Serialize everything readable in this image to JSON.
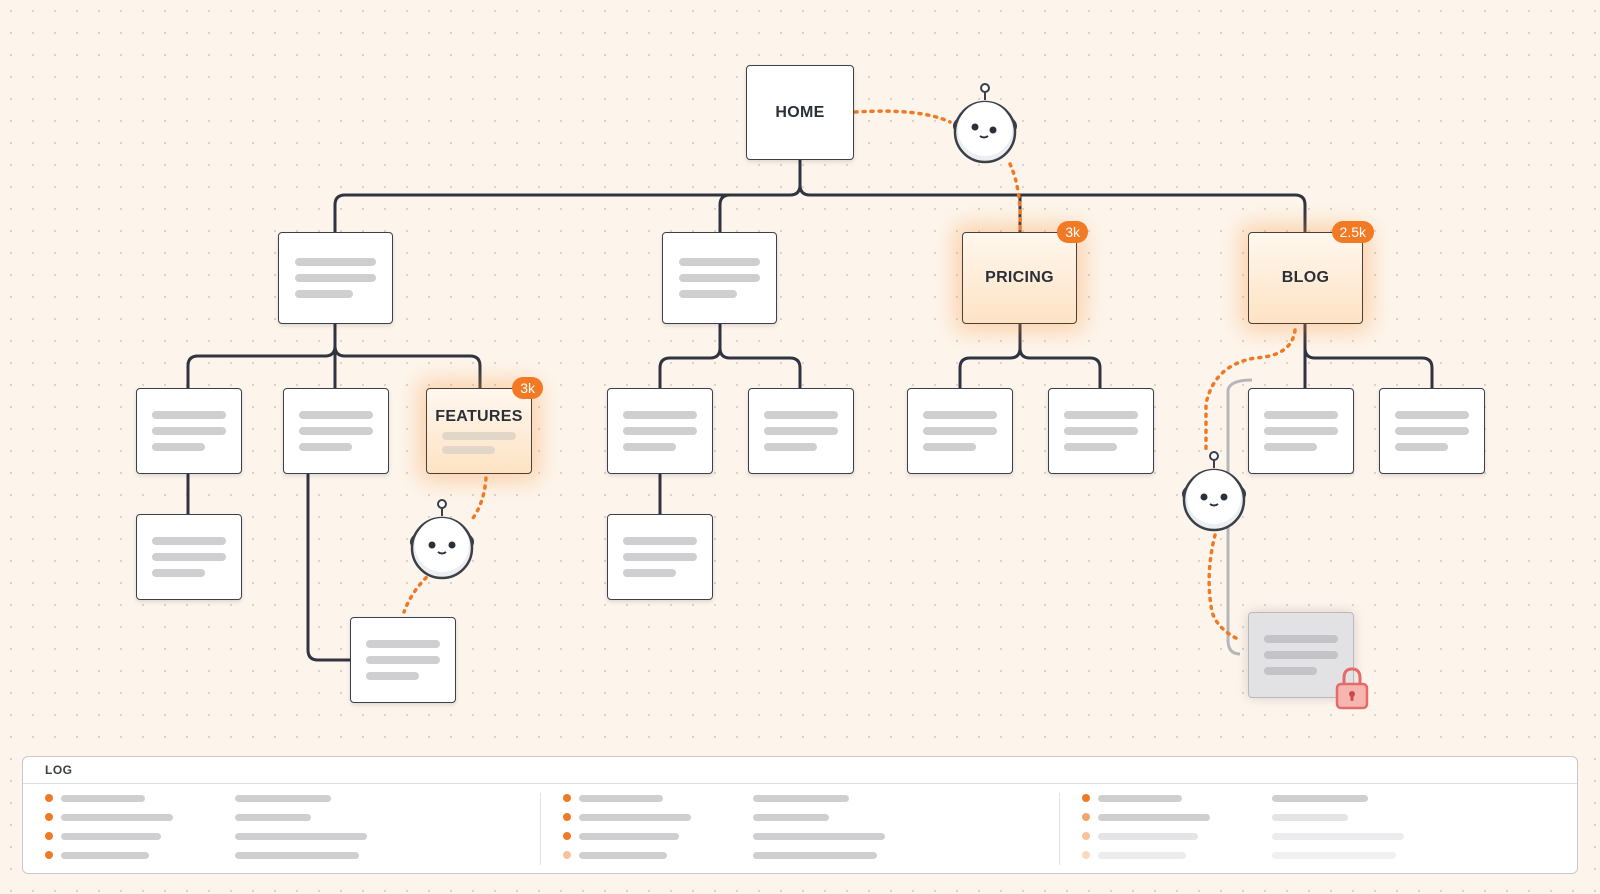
{
  "nodes": {
    "home": "HOME",
    "pricing": {
      "label": "PRICING",
      "badge": "3k"
    },
    "blog": {
      "label": "BLOG",
      "badge": "2.5k"
    },
    "features": {
      "label": "FEATURES",
      "badge": "3k"
    }
  },
  "log": {
    "title": "LOG"
  },
  "colors": {
    "accent": "#f27a24",
    "line": "#2f3440",
    "trail": "#ee7a26"
  },
  "icons": [
    "robot-icon",
    "lock-icon"
  ]
}
